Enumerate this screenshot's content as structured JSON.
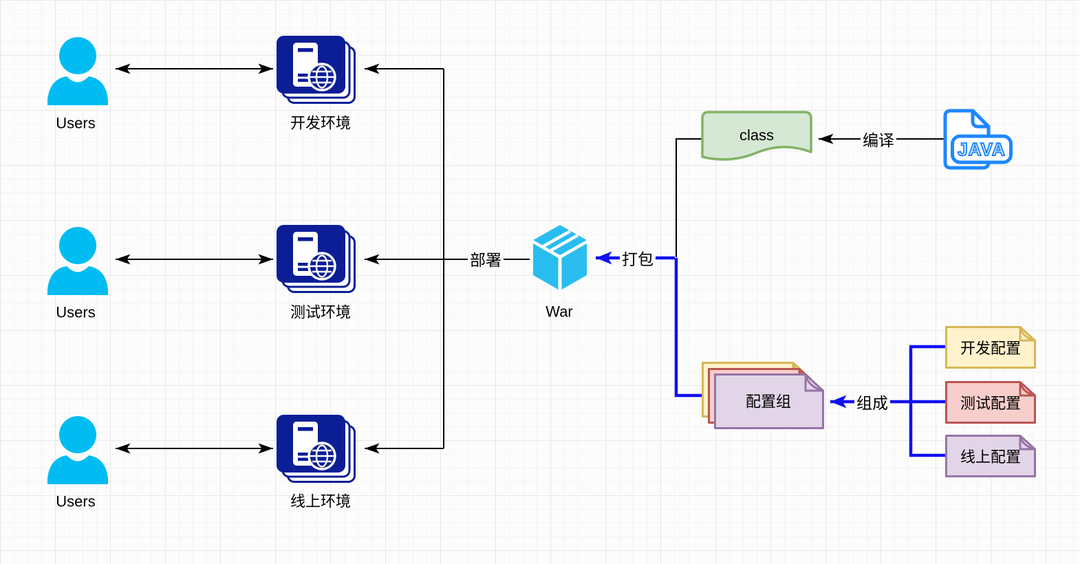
{
  "nodes": {
    "users": [
      {
        "label": "Users"
      },
      {
        "label": "Users"
      },
      {
        "label": "Users"
      }
    ],
    "environments": [
      {
        "label": "开发环境"
      },
      {
        "label": "测试环境"
      },
      {
        "label": "线上环境"
      }
    ],
    "war": {
      "label": "War"
    },
    "class_artifact": {
      "label": "class"
    },
    "java_file": {
      "label": "JAVA"
    },
    "config_group": {
      "label": "配置组"
    },
    "config_files": [
      {
        "label": "开发配置"
      },
      {
        "label": "测试配置"
      },
      {
        "label": "线上配置"
      }
    ]
  },
  "edges": {
    "deploy_label": "部署",
    "package_label": "打包",
    "compile_label": "编译",
    "compose_label": "组成"
  },
  "colors": {
    "user_cyan": "#00BCF2",
    "server_navy": "#0B1E96",
    "war_cyan": "#29BDEF",
    "java_blue": "#1E87FF",
    "connector_blue": "#1010F0",
    "connector_black": "#000000",
    "class_fill": "#D5E8D4",
    "class_stroke": "#82B366",
    "note_dev_fill": "#FFF2CC",
    "note_dev_stroke": "#D6B656",
    "note_test_fill": "#F8CECC",
    "note_test_stroke": "#B85450",
    "note_prod_fill": "#E1D5E7",
    "note_prod_stroke": "#9673A6"
  }
}
